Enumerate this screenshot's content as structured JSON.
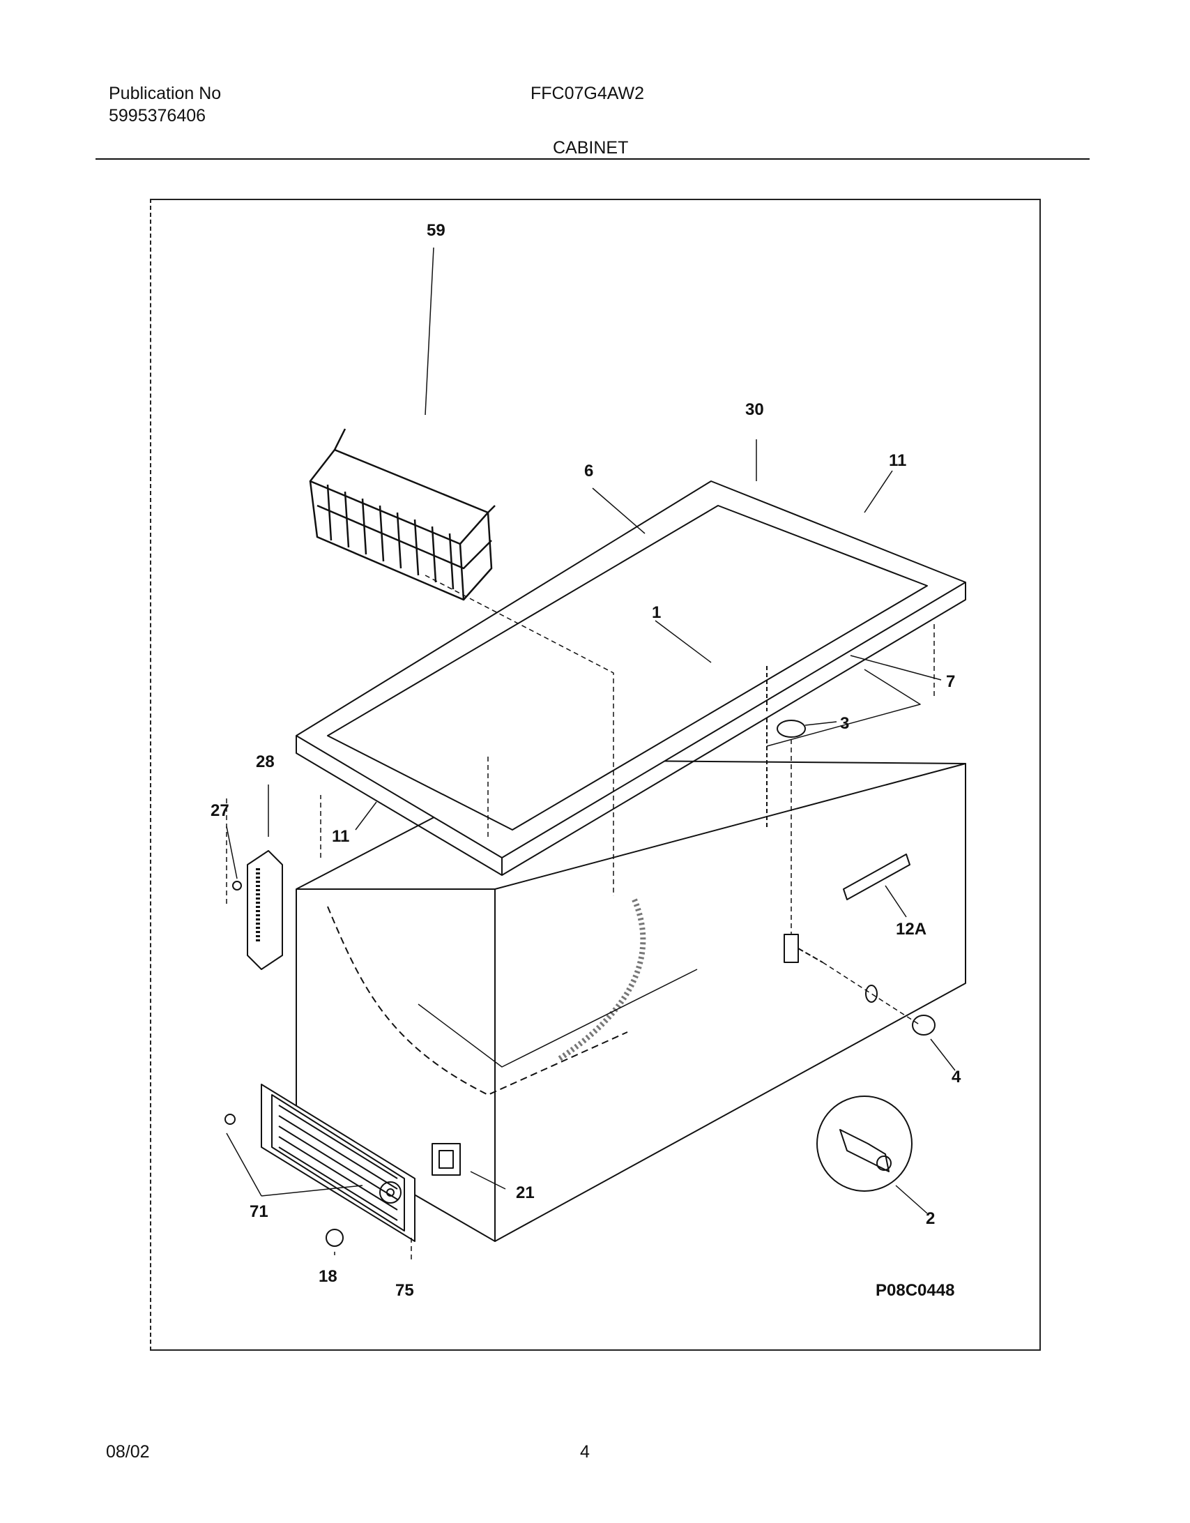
{
  "header": {
    "publication_label": "Publication No",
    "publication_number": "5995376406",
    "model": "FFC07G4AW2",
    "section": "CABINET"
  },
  "diagram": {
    "figure_id": "P08C0448",
    "callouts": {
      "c59": "59",
      "c30": "30",
      "c6": "6",
      "c11a": "11",
      "c1": "1",
      "c7": "7",
      "c3": "3",
      "c28": "28",
      "c27": "27",
      "c11b": "11",
      "c12a": "12A",
      "c4": "4",
      "c21": "21",
      "c2": "2",
      "c71": "71",
      "c18": "18",
      "c75": "75"
    }
  },
  "footer": {
    "date": "08/02",
    "page": "4"
  }
}
